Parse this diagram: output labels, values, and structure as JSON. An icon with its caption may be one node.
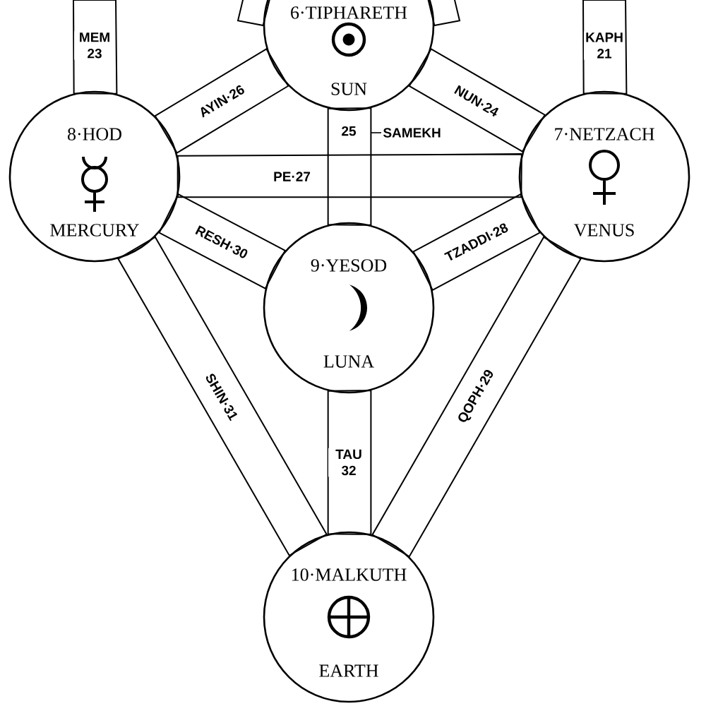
{
  "diagram": {
    "nodes": [
      {
        "text": [
          "6·TIPHARETH",
          "SUN"
        ]
      },
      {
        "text": [
          "8·HOD",
          "MERCURY"
        ]
      },
      {
        "text": [
          "7·NETZACH",
          "VENUS"
        ]
      },
      {
        "text": [
          "9·YESOD",
          "LUNA"
        ]
      },
      {
        "text": [
          "10·MALKUTH",
          "EARTH"
        ]
      }
    ],
    "edges": [
      {
        "from": null,
        "to": 1,
        "arrow": "none",
        "label": "MEM 23"
      },
      {
        "from": null,
        "to": 2,
        "arrow": "none",
        "label": "KAPH 21"
      },
      {
        "from": null,
        "to": 0,
        "arrow": "none"
      },
      {
        "from": null,
        "to": 0,
        "arrow": "none"
      },
      {
        "from": 1,
        "to": 0,
        "arrow": "none",
        "label": "AYIN·26"
      },
      {
        "from": 0,
        "to": 2,
        "arrow": "none",
        "label": "NUN·24"
      },
      {
        "from": 0,
        "to": 3,
        "arrow": "none",
        "label": "25"
      },
      {
        "from": 1,
        "to": 2,
        "arrow": "none",
        "label": "PE·27"
      },
      {
        "from": 1,
        "to": 3,
        "arrow": "none",
        "label": "RESH·30"
      },
      {
        "from": 3,
        "to": 2,
        "arrow": "none",
        "label": "TZADDI·28"
      },
      {
        "from": 1,
        "to": 4,
        "arrow": "none",
        "label": "SHIN·31"
      },
      {
        "from": 4,
        "to": 2,
        "arrow": "none",
        "label": "QOPH·29"
      },
      {
        "from": 3,
        "to": 4,
        "arrow": "none",
        "label": "TAU 32"
      }
    ],
    "labels": [
      "SAMEKH"
    ]
  }
}
